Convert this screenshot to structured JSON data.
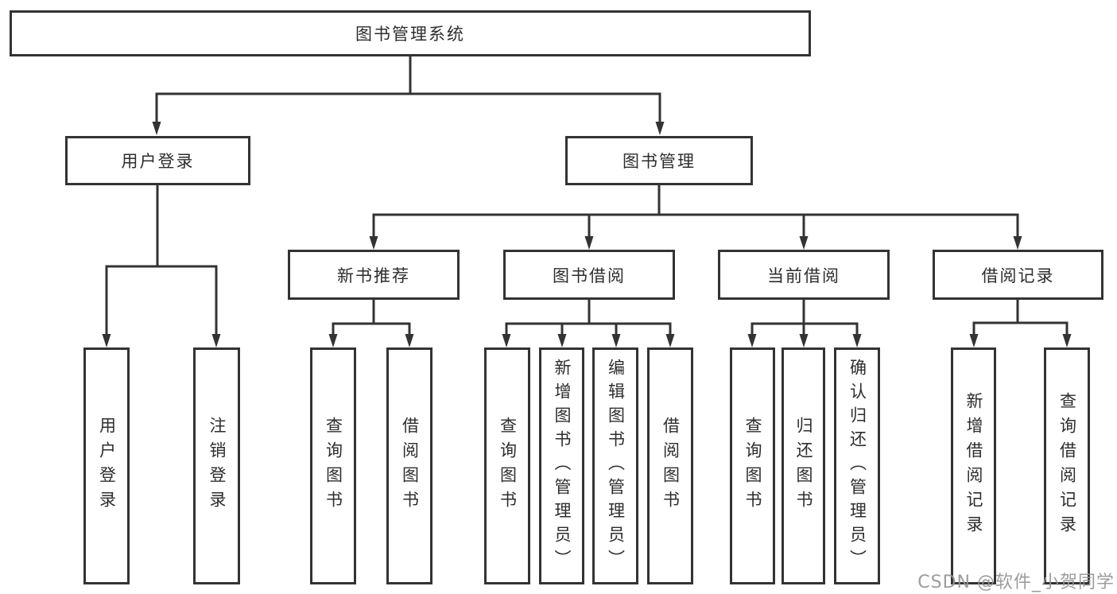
{
  "diagram": {
    "colors": {
      "line": "#333333",
      "box_border": "#333333",
      "box_fill": "#ffffff",
      "text": "#2d2d2d",
      "watermark": "#949494"
    },
    "root": {
      "label": "图书管理系统"
    },
    "level2": [
      {
        "label": "用户登录"
      },
      {
        "label": "图书管理"
      }
    ],
    "level3": [
      {
        "label": "新书推荐"
      },
      {
        "label": "图书借阅"
      },
      {
        "label": "当前借阅"
      },
      {
        "label": "借阅记录"
      }
    ],
    "leaves": [
      {
        "label": "用户登录"
      },
      {
        "label": "注销登录"
      },
      {
        "label": "查询图书"
      },
      {
        "label": "借阅图书"
      },
      {
        "label": "查询图书"
      },
      {
        "label": "新增图书（管理员）"
      },
      {
        "label": "编辑图书（管理员）"
      },
      {
        "label": "借阅图书"
      },
      {
        "label": "查询图书"
      },
      {
        "label": "归还图书"
      },
      {
        "label": "确认归还（管理员）"
      },
      {
        "label": "新增借阅记录"
      },
      {
        "label": "查询借阅记录"
      }
    ],
    "watermark": "CSDN @软件_小贺同学"
  }
}
